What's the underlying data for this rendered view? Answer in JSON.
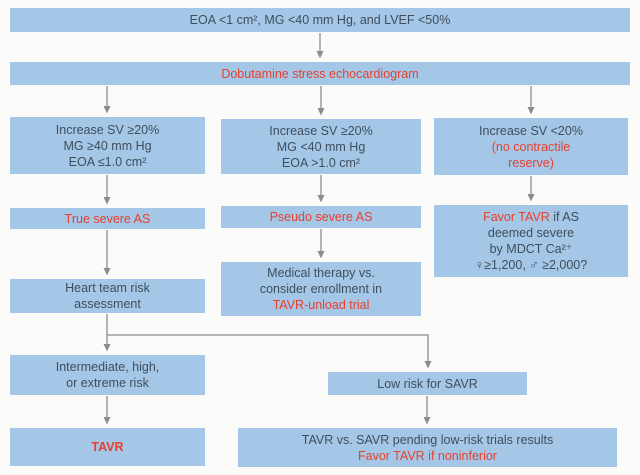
{
  "colors": {
    "box_fill": "#a4c7e7",
    "text_dark": "#3f4e5d",
    "text_red": "#e8402d",
    "arrow": "#8c8c8c",
    "background": "#fbfbfa"
  },
  "nodes": {
    "entry_criteria": {
      "text": "EOA <1 cm², MG <40 mm Hg, and LVEF <50%"
    },
    "dobutamine": {
      "text": "Dobutamine stress echocardiogram"
    },
    "left_criteria": {
      "lines": [
        "Increase SV ≥20%",
        "MG ≥40 mm Hg",
        "EOA ≤1.0 cm²"
      ]
    },
    "mid_criteria": {
      "lines": [
        "Increase SV ≥20%",
        "MG <40 mm Hg",
        "EOA >1.0 cm²"
      ]
    },
    "right_criteria": {
      "line1": "Increase SV <20%",
      "red_lines": [
        "(no contractile",
        "reserve)"
      ]
    },
    "true_severe": {
      "text": "True severe AS"
    },
    "pseudo_severe": {
      "text": "Pseudo severe AS"
    },
    "favor_tavr": {
      "line1_red": "Favor TAVR",
      "line1_rest": " if AS",
      "line2": "deemed severe",
      "line3": "by MDCT Ca²⁺",
      "line4": "♀≥1,200, ♂ ≥2,000?"
    },
    "heart_team": {
      "lines": [
        "Heart team risk",
        "assessment"
      ]
    },
    "medical_therapy": {
      "line1": "Medical therapy vs.",
      "line2": "consider enrollment in",
      "line3_red": "TAVR-unload trial"
    },
    "intermediate_risk": {
      "lines": [
        "Intermediate, high,",
        "or extreme risk"
      ]
    },
    "low_risk": {
      "text": "Low risk for SAVR"
    },
    "tavr": {
      "text": "TAVR"
    },
    "pending_trials": {
      "line1": "TAVR vs. SAVR pending low-risk trials results",
      "line2_red": "Favor TAVR if noninferior"
    }
  }
}
